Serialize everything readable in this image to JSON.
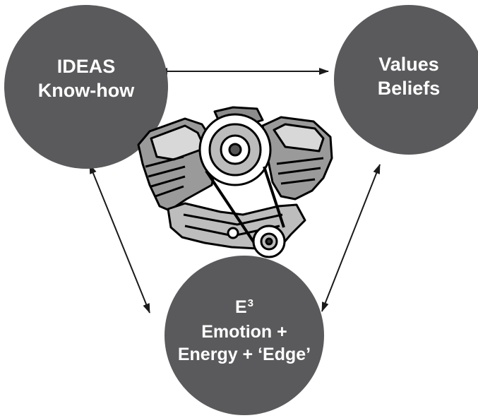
{
  "diagram": {
    "nodes": {
      "ideas": {
        "line1": "IDEAS",
        "line2": "Know-how"
      },
      "values": {
        "line1": "Values",
        "line2": "Beliefs"
      },
      "e3": {
        "base": "E",
        "sup": "3",
        "line2": "Emotion +",
        "line3": "Energy + ‘Edge’"
      }
    },
    "center_image": "engine-icon",
    "colors": {
      "circle": "#5a5a5c",
      "text": "#ffffff",
      "arrow": "#1a1a1a"
    }
  }
}
